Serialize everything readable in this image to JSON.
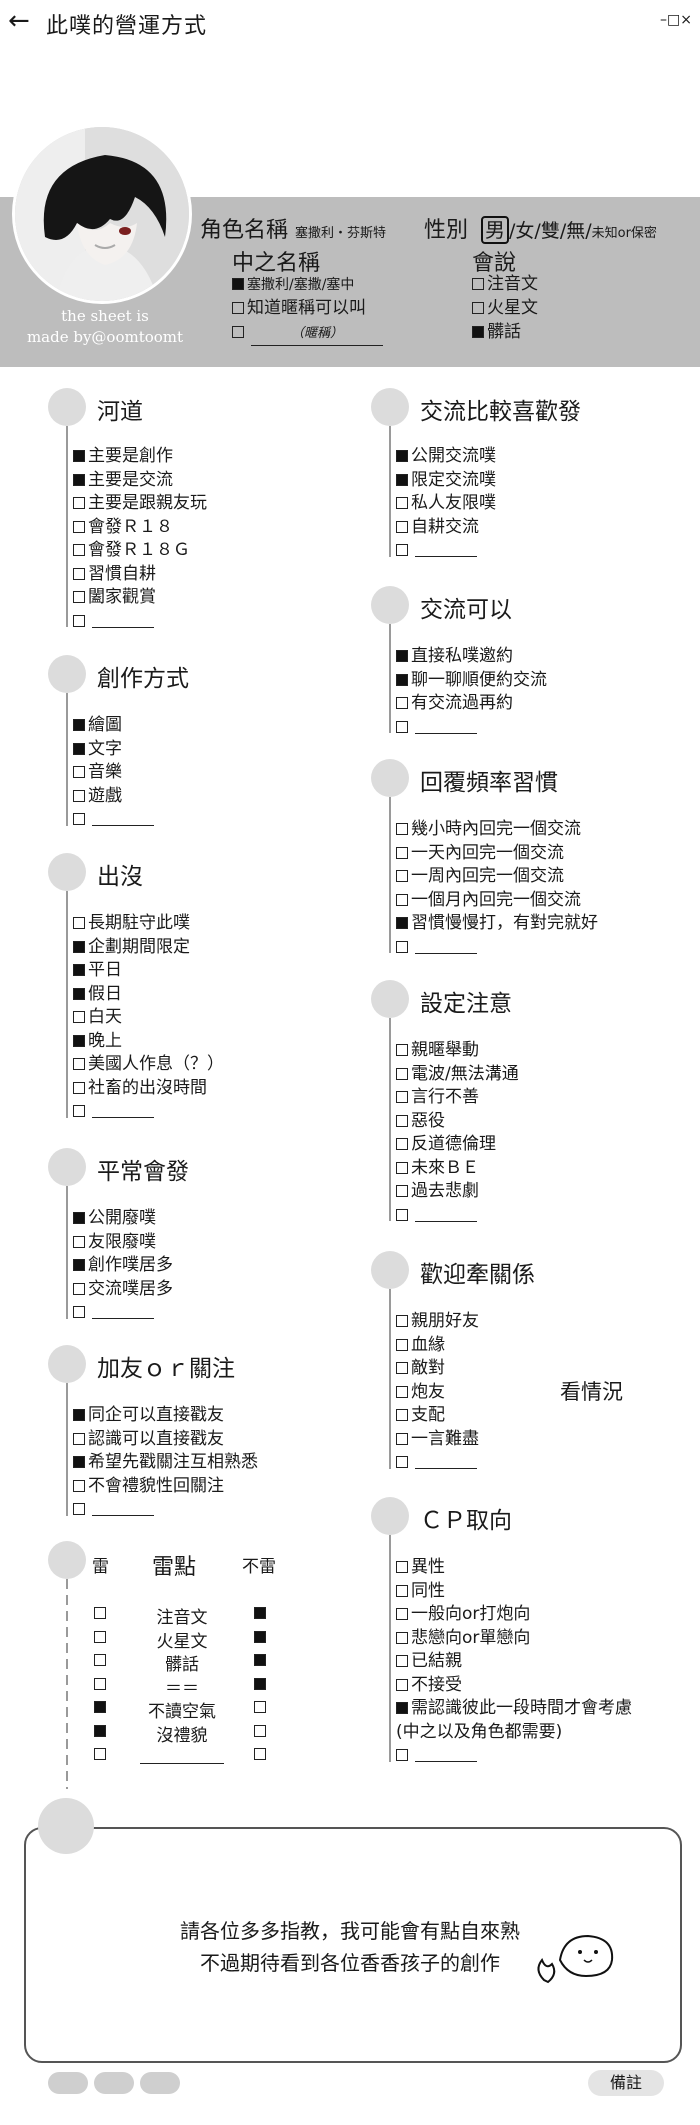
{
  "topbar": {
    "back": "←",
    "title": "此噗的營運方式",
    "window_controls": "–□×"
  },
  "profile": {
    "credit_line1": "the sheet is",
    "credit_line2": "made by@oomtoomt",
    "role_label": "角色名稱",
    "role_name": "塞撒利・芬斯特",
    "gender_label": "性別",
    "gender_selected": "男",
    "gender_rest": "/女/雙/無/",
    "gender_unknown": "未知or保密",
    "nick_label": "中之名稱",
    "nick_options": [
      {
        "checked": true,
        "text": "塞撒利/塞撒/塞中"
      },
      {
        "checked": false,
        "text": "知道暱稱可以叫"
      },
      {
        "checked": false,
        "text": "（暱稱）"
      }
    ],
    "lang_label": "會說",
    "lang_options": [
      {
        "checked": false,
        "text": "注音文"
      },
      {
        "checked": false,
        "text": "火星文"
      },
      {
        "checked": true,
        "text": "髒話"
      }
    ]
  },
  "left_sections": [
    {
      "title": "河道",
      "items": [
        {
          "checked": true,
          "text": "主要是創作"
        },
        {
          "checked": true,
          "text": "主要是交流"
        },
        {
          "checked": false,
          "text": "主要是跟親友玩"
        },
        {
          "checked": false,
          "text": "會發Ｒ１８"
        },
        {
          "checked": false,
          "text": "會發Ｒ１８Ｇ"
        },
        {
          "checked": false,
          "text": "習慣自耕"
        },
        {
          "checked": false,
          "text": "闔家觀賞"
        },
        {
          "checked": false,
          "text": ""
        }
      ]
    },
    {
      "title": "創作方式",
      "items": [
        {
          "checked": true,
          "text": "繪圖"
        },
        {
          "checked": true,
          "text": "文字"
        },
        {
          "checked": false,
          "text": "音樂"
        },
        {
          "checked": false,
          "text": "遊戲"
        },
        {
          "checked": false,
          "text": ""
        }
      ]
    },
    {
      "title": "出沒",
      "items": [
        {
          "checked": false,
          "text": "長期駐守此噗"
        },
        {
          "checked": true,
          "text": "企劃期間限定"
        },
        {
          "checked": true,
          "text": "平日"
        },
        {
          "checked": true,
          "text": "假日"
        },
        {
          "checked": false,
          "text": "白天"
        },
        {
          "checked": true,
          "text": "晚上"
        },
        {
          "checked": false,
          "text": "美國人作息（？）"
        },
        {
          "checked": false,
          "text": "社畜的出沒時間"
        },
        {
          "checked": false,
          "text": ""
        }
      ]
    },
    {
      "title": "平常會發",
      "items": [
        {
          "checked": true,
          "text": "公開廢噗"
        },
        {
          "checked": false,
          "text": "友限廢噗"
        },
        {
          "checked": true,
          "text": "創作噗居多"
        },
        {
          "checked": false,
          "text": "交流噗居多"
        },
        {
          "checked": false,
          "text": ""
        }
      ]
    },
    {
      "title": "加友ｏｒ關注",
      "items": [
        {
          "checked": true,
          "text": "同企可以直接戳友"
        },
        {
          "checked": false,
          "text": "認識可以直接戳友"
        },
        {
          "checked": true,
          "text": "希望先戳關注互相熟悉"
        },
        {
          "checked": false,
          "text": "不會禮貌性回關注"
        },
        {
          "checked": false,
          "text": ""
        }
      ]
    }
  ],
  "thunder": {
    "col_left": "雷",
    "col_mid": "雷點",
    "col_right": "不雷",
    "rows": [
      {
        "left": false,
        "text": "注音文",
        "right": true
      },
      {
        "left": false,
        "text": "火星文",
        "right": true
      },
      {
        "left": false,
        "text": "髒話",
        "right": true
      },
      {
        "left": false,
        "text": "＝＝",
        "right": true
      },
      {
        "left": true,
        "text": "不讀空氣",
        "right": false
      },
      {
        "left": true,
        "text": "沒禮貌",
        "right": false
      },
      {
        "left": false,
        "text": "",
        "right": false
      }
    ]
  },
  "right_sections": [
    {
      "title": "交流比較喜歡發",
      "items": [
        {
          "checked": true,
          "text": "公開交流噗"
        },
        {
          "checked": true,
          "text": "限定交流噗"
        },
        {
          "checked": false,
          "text": "私人友限噗"
        },
        {
          "checked": false,
          "text": "自耕交流"
        },
        {
          "checked": false,
          "text": ""
        }
      ]
    },
    {
      "title": "交流可以",
      "items": [
        {
          "checked": true,
          "text": "直接私噗邀約"
        },
        {
          "checked": true,
          "text": "聊一聊順便約交流"
        },
        {
          "checked": false,
          "text": "有交流過再約"
        },
        {
          "checked": false,
          "text": ""
        }
      ]
    },
    {
      "title": "回覆頻率習慣",
      "items": [
        {
          "checked": false,
          "text": "幾小時內回完一個交流"
        },
        {
          "checked": false,
          "text": "一天內回完一個交流"
        },
        {
          "checked": false,
          "text": "一周內回完一個交流"
        },
        {
          "checked": false,
          "text": "一個月內回完一個交流"
        },
        {
          "checked": true,
          "text": "習慣慢慢打，有對完就好"
        },
        {
          "checked": false,
          "text": ""
        }
      ]
    },
    {
      "title": "設定注意",
      "items": [
        {
          "checked": false,
          "text": "親暱舉動"
        },
        {
          "checked": false,
          "text": "電波/無法溝通"
        },
        {
          "checked": false,
          "text": "言行不善"
        },
        {
          "checked": false,
          "text": "惡役"
        },
        {
          "checked": false,
          "text": "反道德倫理"
        },
        {
          "checked": false,
          "text": "未來ＢＥ"
        },
        {
          "checked": false,
          "text": "過去悲劇"
        },
        {
          "checked": false,
          "text": ""
        }
      ]
    },
    {
      "title": "歡迎牽關係",
      "side_note": "看情況",
      "items": [
        {
          "checked": false,
          "text": "親朋好友"
        },
        {
          "checked": false,
          "text": "血緣"
        },
        {
          "checked": false,
          "text": "敵對"
        },
        {
          "checked": false,
          "text": "炮友"
        },
        {
          "checked": false,
          "text": "支配"
        },
        {
          "checked": false,
          "text": "一言難盡"
        },
        {
          "checked": false,
          "text": ""
        }
      ]
    },
    {
      "title": "ＣＰ取向",
      "items": [
        {
          "checked": false,
          "text": "異性"
        },
        {
          "checked": false,
          "text": "同性"
        },
        {
          "checked": false,
          "text": "一般向or打炮向"
        },
        {
          "checked": false,
          "text": "悲戀向or單戀向"
        },
        {
          "checked": false,
          "text": "已結親"
        },
        {
          "checked": false,
          "text": "不接受"
        },
        {
          "checked": true,
          "text": "需認識彼此一段時間才會考慮"
        },
        {
          "checked": null,
          "text": "(中之以及角色都需要)"
        },
        {
          "checked": false,
          "text": ""
        }
      ]
    }
  ],
  "note": {
    "line1": "請各位多多指教，我可能會有點自來熟",
    "line2": "不過期待看到各位香香孩子的創作",
    "memo": "備註"
  }
}
